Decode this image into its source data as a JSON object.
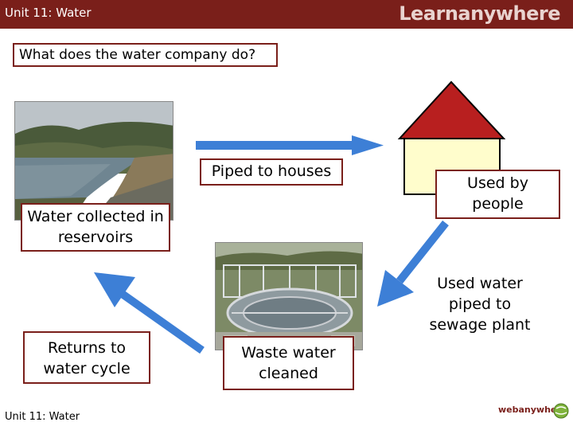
{
  "header": {
    "title": "Unit 11: Water",
    "brand": "Learnanywhere"
  },
  "question": "What does the water company do?",
  "cycle": {
    "piped": "Piped to houses",
    "collected": "Water collected in reservoirs",
    "used": "Used by people",
    "returns": "Returns to water cycle",
    "cleaned": "Waste water cleaned",
    "sewage": "Used water piped to sewage plant"
  },
  "images": {
    "reservoir": "reservoir-photo",
    "house": "house-drawing",
    "treatment": "treatment-plant-photo"
  },
  "colors": {
    "header": "#7a1f1a",
    "border": "#7a1f1a",
    "arrow": "#3d7fd6",
    "roof": "#b81f1f",
    "house_wall": "#fffdcc"
  },
  "footer": {
    "text": "Unit 11: Water",
    "logo": "webanywhere"
  }
}
